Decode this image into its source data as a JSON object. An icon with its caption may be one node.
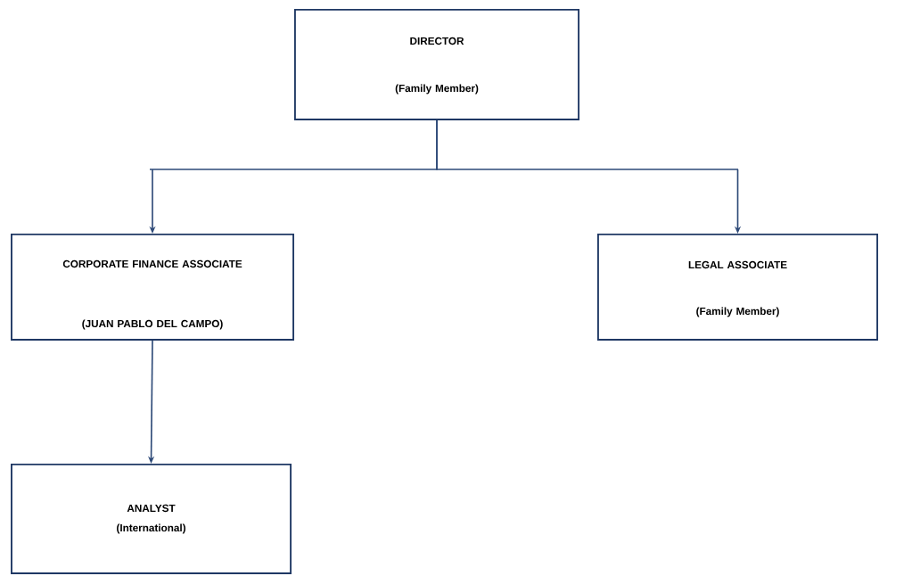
{
  "diagram": {
    "nodes": [
      {
        "text": [
          "DIRECTOR",
          "(Family Member)"
        ]
      },
      {
        "text": [
          "CORPORATE FINANCE ASSOCIATE",
          "(JUAN PABLO DEL CAMPO)"
        ]
      },
      {
        "text": [
          "LEGAL ASSOCIATE",
          "(Family Member)"
        ]
      },
      {
        "text": [
          "ANALYST",
          "(International)"
        ]
      }
    ],
    "edges": [
      {
        "from": 0,
        "to": 1,
        "arrow": "to"
      },
      {
        "from": 0,
        "to": 2,
        "arrow": "to"
      },
      {
        "from": 1,
        "to": 3,
        "arrow": "to"
      }
    ]
  }
}
